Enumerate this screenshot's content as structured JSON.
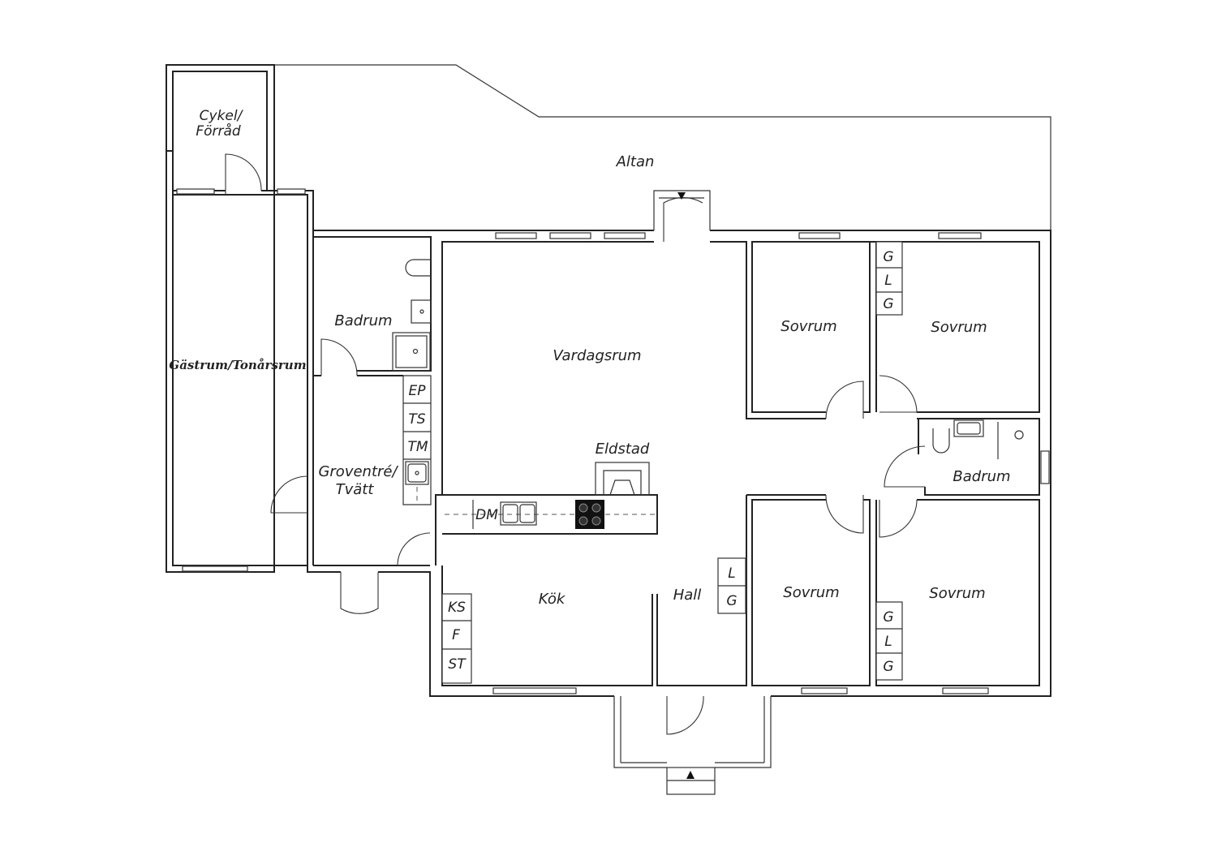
{
  "rooms": {
    "cykel_forrad_line1": "Cykel/",
    "cykel_forrad_line2": "Förråd",
    "altan": "Altan",
    "gastrum": "Gästrum/Tonårsrum",
    "badrum_left": "Badrum",
    "vardagsrum": "Vardagsrum",
    "sovrum_1": "Sovrum",
    "sovrum_2": "Sovrum",
    "eldstad": "Eldstad",
    "groventre_line1": "Groventré/",
    "groventre_line2": "Tvätt",
    "badrum_right": "Badrum",
    "kok": "Kök",
    "hall": "Hall",
    "sovrum_3": "Sovrum",
    "sovrum_4": "Sovrum"
  },
  "fixtures": {
    "ep": "EP",
    "ts": "TS",
    "tm": "TM",
    "dm": "DM",
    "ks": "KS",
    "f": "F",
    "st": "ST",
    "wardrobe_top_right": [
      "G",
      "L",
      "G"
    ],
    "hall_wardrobe": [
      "L",
      "G"
    ],
    "wardrobe_bottom_right": [
      "G",
      "L",
      "G"
    ]
  }
}
